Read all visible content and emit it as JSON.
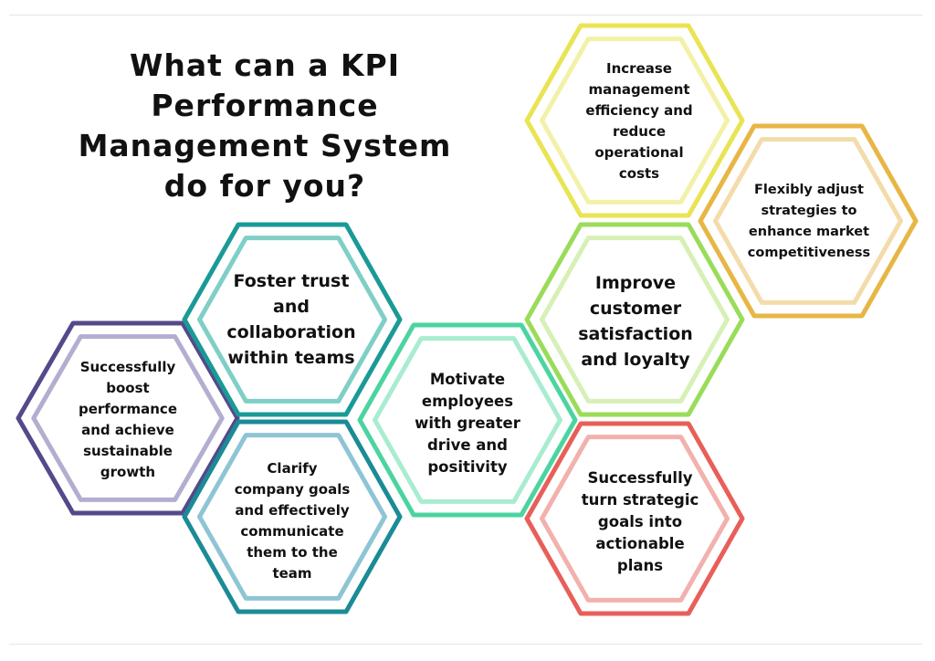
{
  "title": {
    "lines": [
      "What can a KPI",
      "Performance",
      "Management System",
      "do for you?"
    ]
  },
  "colors": {
    "background": "#ffffff",
    "title": "#111111",
    "purple_outer": "#544a8a",
    "purple_inner": "#b3aed0",
    "teal_outer": "#1a9a96",
    "teal_inner": "#7fcfc6",
    "blue_outer": "#1b8b96",
    "blue_inner": "#8ec5d4",
    "mint_outer": "#4cd4a0",
    "mint_inner": "#a9ecd0",
    "lime_outer": "#9adc5a",
    "lime_inner": "#d6f0b6",
    "yellow_outer": "#e9e454",
    "yellow_inner": "#f3f1a8",
    "orange_outer": "#e7b645",
    "orange_inner": "#f3dcaa",
    "red_outer": "#e85f5a",
    "red_inner": "#f2b1ad"
  },
  "hexagons": [
    {
      "id": "boost-performance",
      "color": "purple",
      "lines": [
        "Successfully",
        "boost",
        "performance",
        "and achieve",
        "sustainable",
        "growth"
      ]
    },
    {
      "id": "foster-trust",
      "color": "teal",
      "lines": [
        "Foster trust",
        "and",
        "collaboration",
        "within teams"
      ]
    },
    {
      "id": "clarify-goals",
      "color": "blue",
      "lines": [
        "Clarify",
        "company goals",
        "and effectively",
        "communicate",
        "them to the",
        "team"
      ]
    },
    {
      "id": "motivate-employees",
      "color": "mint",
      "lines": [
        "Motivate",
        "employees",
        "with  greater",
        "drive and",
        "positivity"
      ]
    },
    {
      "id": "improve-satisfaction",
      "color": "lime",
      "lines": [
        "Improve",
        "customer",
        "satisfaction",
        "and loyalty"
      ]
    },
    {
      "id": "increase-efficiency",
      "color": "yellow",
      "lines": [
        "Increase",
        "management",
        "efficiency  and",
        "reduce",
        "operational",
        "costs"
      ]
    },
    {
      "id": "adjust-strategies",
      "color": "orange",
      "lines": [
        "Flexibly adjust",
        "strategies to",
        "enhance market",
        "competitiveness"
      ]
    },
    {
      "id": "turn-goals",
      "color": "red",
      "lines": [
        "Successfully",
        "turn strategic",
        "goals into",
        "actionable",
        "plans"
      ]
    }
  ]
}
